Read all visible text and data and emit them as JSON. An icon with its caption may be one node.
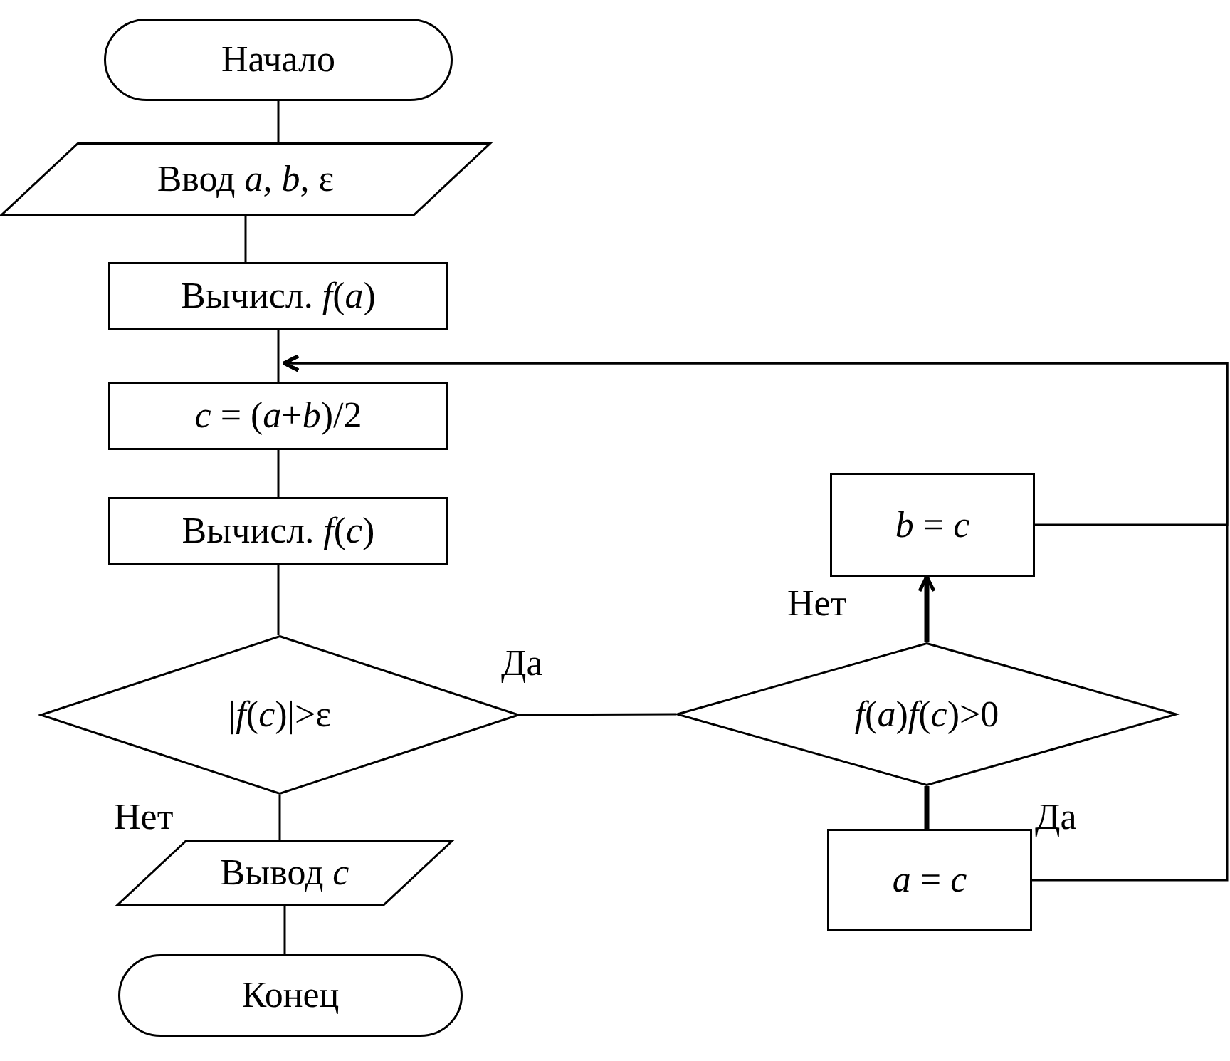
{
  "diagram": {
    "nodes": [
      {
        "text": [
          "Начало"
        ]
      },
      {
        "text": [
          "Ввод *a*, *b*, ε"
        ]
      },
      {
        "text": [
          "Вычисл. *f*(*a*)"
        ]
      },
      {
        "text": [
          "*c* = (*a*+*b*)/2"
        ]
      },
      {
        "text": [
          "Вычисл. *f*(*c*)"
        ]
      },
      {
        "text": [
          "|*f*(*c*)|>ε"
        ]
      },
      {
        "text": [
          "*f*(*a*)*f*(*c*)>0"
        ]
      },
      {
        "text": [
          "Вывод *c*"
        ]
      },
      {
        "text": [
          "*b* = *c*"
        ]
      },
      {
        "text": [
          "*a* = *c*"
        ]
      },
      {
        "text": [
          "Конец"
        ]
      }
    ],
    "edges": [
      {
        "from": 0,
        "to": 1,
        "arrow": "none"
      },
      {
        "from": 1,
        "to": 2,
        "arrow": "none"
      },
      {
        "from": 2,
        "to": 3,
        "arrow": "none"
      },
      {
        "from": 3,
        "to": 4,
        "arrow": "none"
      },
      {
        "from": 4,
        "to": 5,
        "arrow": "none"
      },
      {
        "from": 5,
        "to": 6,
        "label": "Да",
        "arrow": "none"
      },
      {
        "from": 5,
        "to": 7,
        "label": "Нет",
        "arrow": "none"
      },
      {
        "from": 6,
        "to": 8,
        "label": "Нет",
        "arrow": "to",
        "style": "thick"
      },
      {
        "from": 6,
        "to": 9,
        "label": "Да",
        "arrow": "none",
        "style": "thick"
      },
      {
        "from": 7,
        "to": 10,
        "arrow": "none"
      },
      {
        "from": 8,
        "to": 3,
        "arrow": "to"
      },
      {
        "from": 9,
        "to": 3,
        "arrow": "to"
      }
    ]
  }
}
